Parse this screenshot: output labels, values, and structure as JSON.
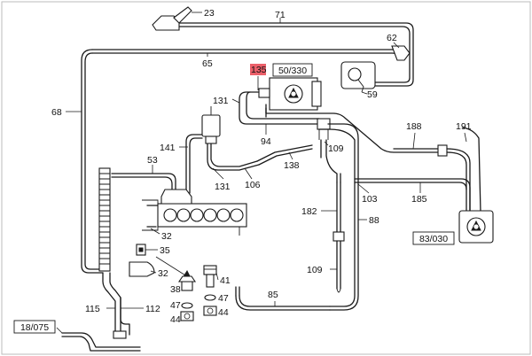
{
  "labels": {
    "p23": "23",
    "p71": "71",
    "p62": "62",
    "p65": "65",
    "p68": "68",
    "p135": "135",
    "p131a": "131",
    "p131b": "131",
    "p59": "59",
    "p94": "94",
    "p141": "141",
    "p53": "53",
    "p109a": "109",
    "p109b": "109",
    "p138": "138",
    "p106": "106",
    "p103": "103",
    "p188": "188",
    "p191": "191",
    "p185": "185",
    "p182": "182",
    "p88": "88",
    "p32a": "32",
    "p32b": "32",
    "p35": "35",
    "p41": "41",
    "p38": "38",
    "p47a": "47",
    "p47b": "47",
    "p44a": "44",
    "p44b": "44",
    "p85": "85",
    "p115": "115",
    "p112": "112"
  },
  "refs": {
    "r50_330": "50/330",
    "r83_030": "83/030",
    "r18_075": "18/075"
  },
  "colors": {
    "line": "#1a1a1a",
    "highlight": "#e8434f",
    "background": "#ffffff"
  },
  "icons": {
    "vacuum-element-icon": "circle-with-valve-symbol",
    "pump-icon": "circle-with-pump-symbol"
  }
}
